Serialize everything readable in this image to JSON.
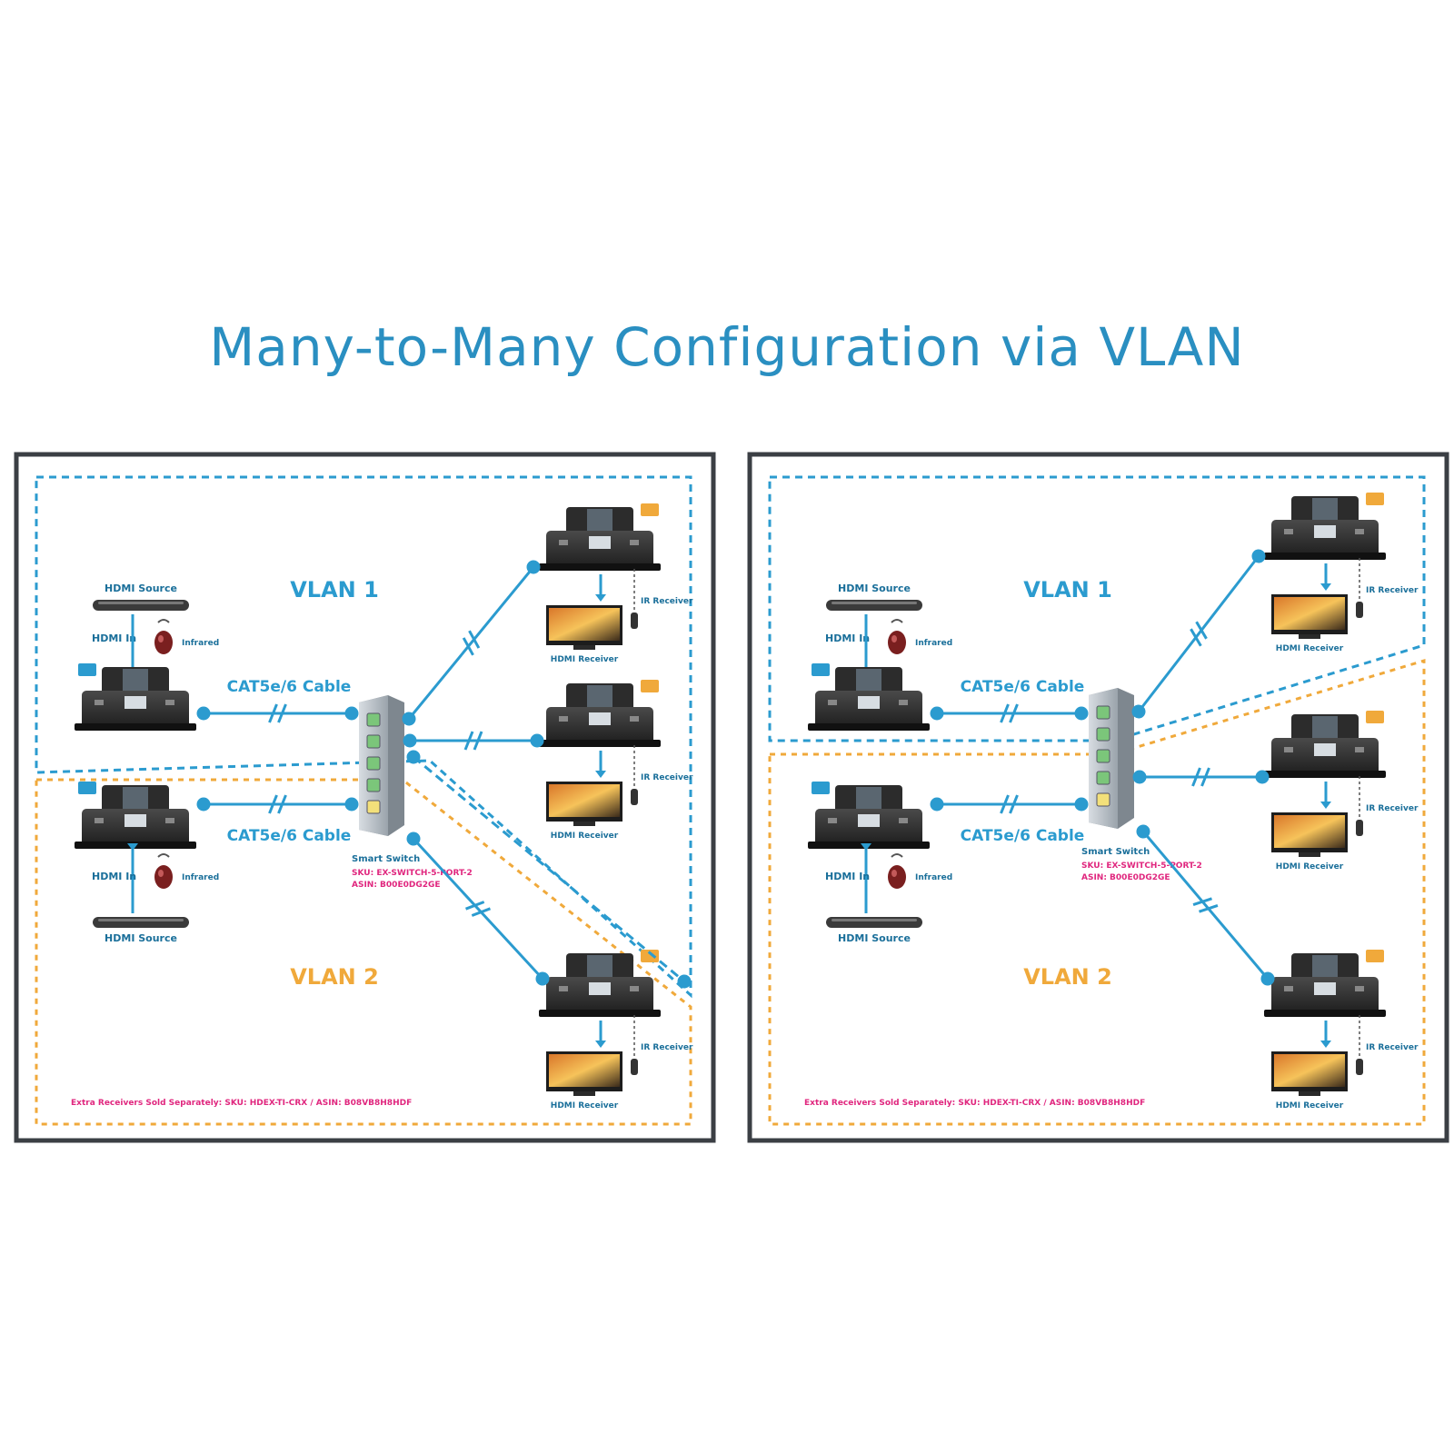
{
  "title": "Many-to-Many Configuration via VLAN",
  "colors": {
    "title": "#2a8fc1",
    "vlan1": "#2b9bcf",
    "vlan2": "#f0a93b",
    "cable": "#2b9bcf",
    "frame": "#3b3f44",
    "note": "#e0267e",
    "device": "#2a2a2a",
    "led_green": "#7bc67a",
    "led_yellow": "#f3e07a"
  },
  "panels": [
    {
      "vlan1_label": "VLAN 1",
      "vlan2_label": "VLAN 2",
      "cable_label_top": "CAT5e/6 Cable",
      "cable_label_bottom": "CAT5e/6 Cable",
      "source_top_label": "HDMI Source",
      "hdmi_in_top_label": "HDMI In",
      "infrared_top_label": "Infrared",
      "source_bottom_label": "HDMI Source",
      "hdmi_in_bottom_label": "HDMI In",
      "infrared_bottom_label": "Infrared",
      "switch_label": "Smart Switch",
      "switch_sku": "SKU: EX-SWITCH-5-PORT-2",
      "switch_asin": "ASIN: B00E0DG2GE",
      "rx1_label": "HDMI Receiver",
      "rx1_ir": "IR Receiver",
      "rx2_label": "HDMI Receiver",
      "rx2_ir": "IR Receiver",
      "rx3_label": "HDMI Receiver",
      "rx3_ir": "IR Receiver",
      "footnote": "Extra Receivers Sold Separately: SKU: HDEX-TI-CRX / ASIN: B08VB8H8HDF"
    },
    {
      "vlan1_label": "VLAN 1",
      "vlan2_label": "VLAN 2",
      "cable_label_top": "CAT5e/6 Cable",
      "cable_label_bottom": "CAT5e/6 Cable",
      "source_top_label": "HDMI Source",
      "hdmi_in_top_label": "HDMI In",
      "infrared_top_label": "Infrared",
      "source_bottom_label": "HDMI Source",
      "hdmi_in_bottom_label": "HDMI In",
      "infrared_bottom_label": "Infrared",
      "switch_label": "Smart Switch",
      "switch_sku": "SKU: EX-SWITCH-5-PORT-2",
      "switch_asin": "ASIN: B00E0DG2GE",
      "rx1_label": "HDMI Receiver",
      "rx1_ir": "IR Receiver",
      "rx2_label": "HDMI Receiver",
      "rx2_ir": "IR Receiver",
      "rx3_label": "HDMI Receiver",
      "rx3_ir": "IR Receiver",
      "footnote": "Extra Receivers Sold Separately: SKU: HDEX-TI-CRX / ASIN: B08VB8H8HDF"
    }
  ]
}
